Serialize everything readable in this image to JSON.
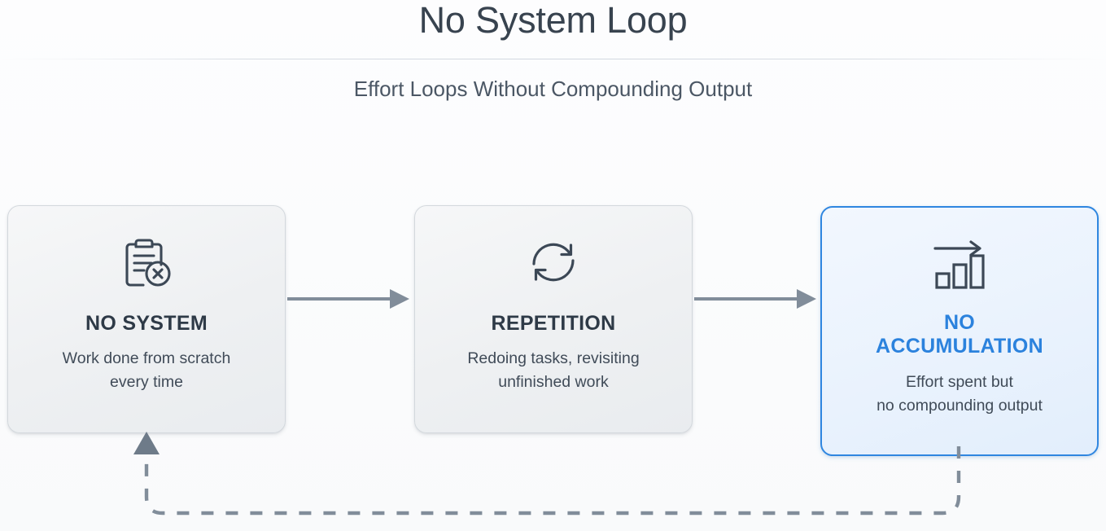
{
  "header": {
    "title": "No System Loop",
    "subtitle": "Effort Loops Without Compounding Output"
  },
  "colors": {
    "title_text": "#38434f",
    "subtitle_text": "#4b5765",
    "card_title": "#2e3a47",
    "card_desc": "#404b58",
    "highlight_border": "#2f86e0",
    "highlight_title": "#2b82dd",
    "highlight_bg": "#e9f2fd",
    "arrow": "#818d9a",
    "icon_stroke": "#3c4856",
    "divider": "#d2d8e0"
  },
  "cards": [
    {
      "id": "no-system",
      "icon": "clipboard-x-icon",
      "title": "NO SYSTEM",
      "description": "Work done from scratch\never y time",
      "description_lines": [
        "Work done from scratch",
        "every time"
      ],
      "highlighted": false
    },
    {
      "id": "repetition",
      "icon": "refresh-cycle-icon",
      "title": "REPETITION",
      "description_lines": [
        "Redoing tasks, revisiting",
        "unfinished work"
      ],
      "highlighted": false
    },
    {
      "id": "no-accumulation",
      "icon": "flat-bar-chart-icon",
      "title_lines": [
        "NO",
        "ACCUMULATION"
      ],
      "title": "NO ACCUMULATION",
      "description_lines": [
        "Effort spent but",
        "no compounding output"
      ],
      "highlighted": true
    }
  ],
  "connectors": [
    {
      "id": "arrow-card1-to-card2",
      "style": "solid",
      "direction": "right"
    },
    {
      "id": "arrow-card2-to-card3",
      "style": "solid",
      "direction": "right"
    }
  ],
  "feedback_loop": {
    "id": "loop-card3-to-card1",
    "style": "dashed",
    "direction": "up-into-first-card"
  }
}
